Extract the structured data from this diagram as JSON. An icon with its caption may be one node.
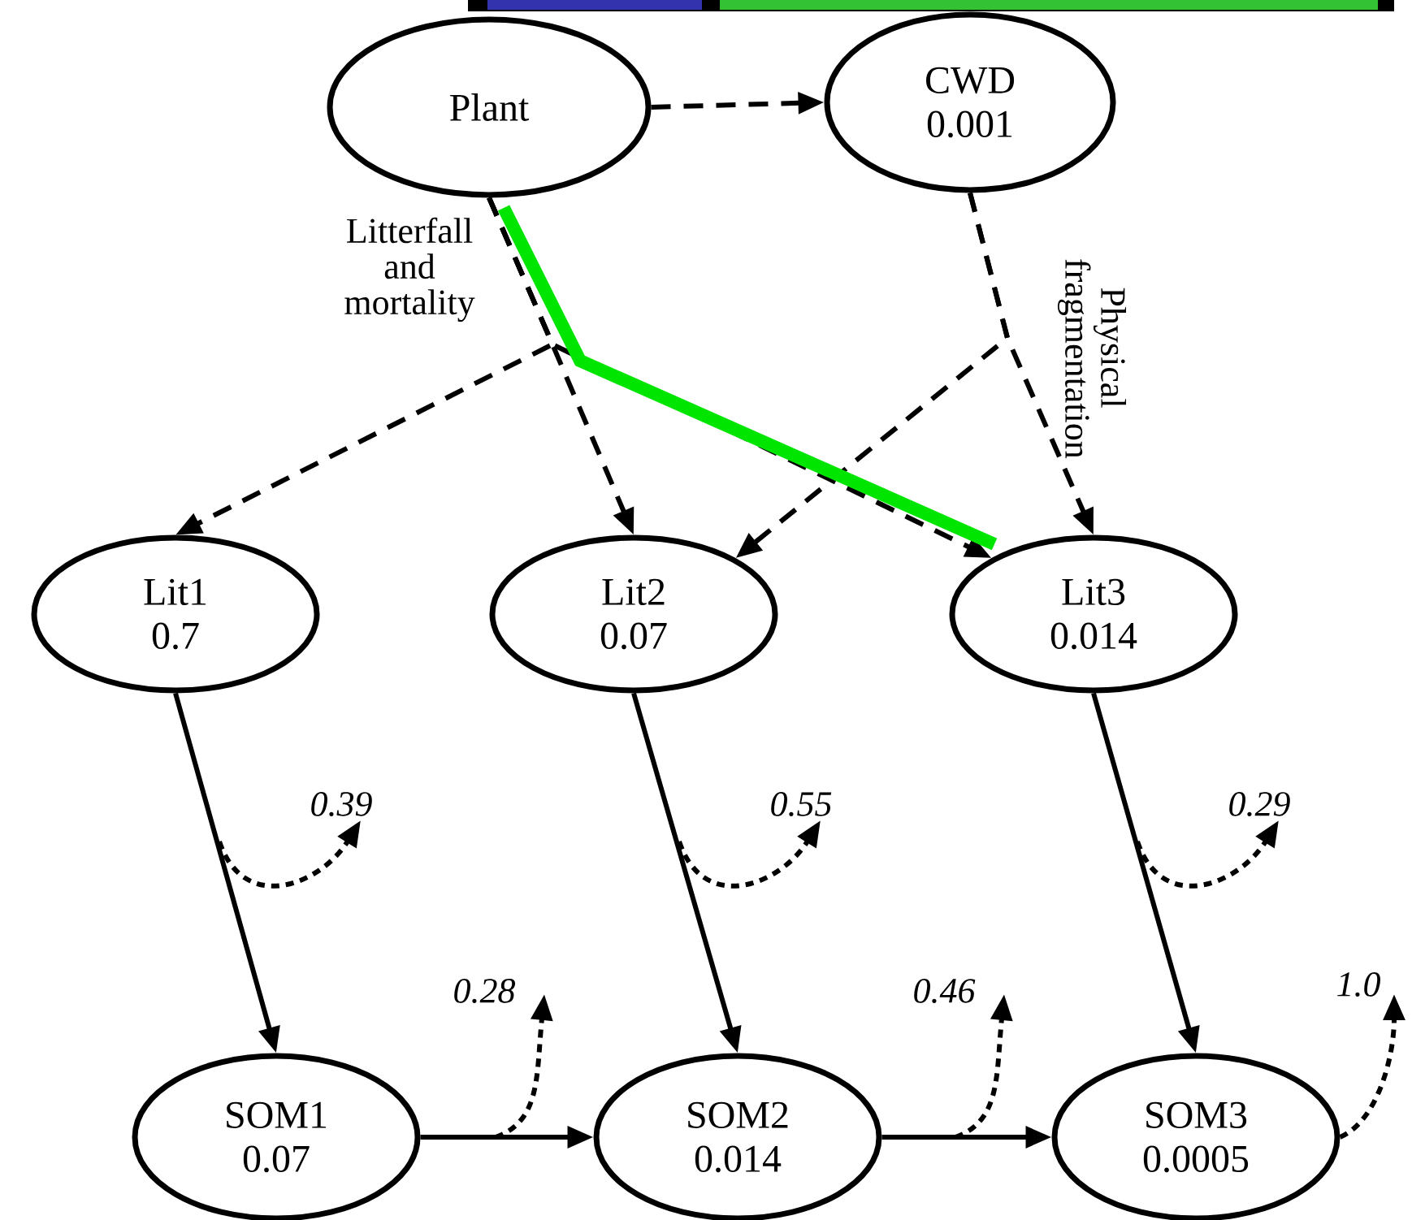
{
  "diagram": {
    "nodes": [
      {
        "text": [
          "Plant"
        ]
      },
      {
        "text": [
          "CWD",
          "0.001"
        ]
      },
      {
        "text": [
          "Lit1",
          "0.7"
        ]
      },
      {
        "text": [
          "Lit2",
          "0.07"
        ]
      },
      {
        "text": [
          "Lit3",
          "0.014"
        ]
      },
      {
        "text": [
          "SOM1",
          "0.07"
        ]
      },
      {
        "text": [
          "SOM2",
          "0.014"
        ]
      },
      {
        "text": [
          "SOM3",
          "0.0005"
        ]
      }
    ],
    "edges": [
      {
        "from": 0,
        "to": 1,
        "arrow": "to",
        "style": "dashed"
      },
      {
        "from": 0,
        "to": 2,
        "arrow": "to",
        "style": "dashed"
      },
      {
        "from": 0,
        "to": 3,
        "arrow": "to",
        "style": "dashed"
      },
      {
        "from": 0,
        "to": 4,
        "arrow": "to",
        "style": "dashed"
      },
      {
        "from": 1,
        "to": 4,
        "arrow": "to",
        "style": "dashed"
      },
      {
        "from": 1,
        "to": 3,
        "arrow": "to",
        "style": "dashed"
      },
      {
        "from": 2,
        "to": 5,
        "arrow": "to"
      },
      {
        "from": 3,
        "to": 6,
        "arrow": "to"
      },
      {
        "from": 4,
        "to": 7,
        "arrow": "to"
      },
      {
        "from": 5,
        "to": 6,
        "arrow": "to"
      },
      {
        "from": 6,
        "to": 7,
        "arrow": "to"
      },
      {
        "from": 7,
        "to": null,
        "arrow": "to",
        "style": "dashed",
        "label": "1.0"
      }
    ],
    "labels": [
      "Litterfall and mortality",
      "Physical fragmentation",
      "0.39",
      "0.55",
      "0.29",
      "0.28",
      "0.46"
    ]
  }
}
